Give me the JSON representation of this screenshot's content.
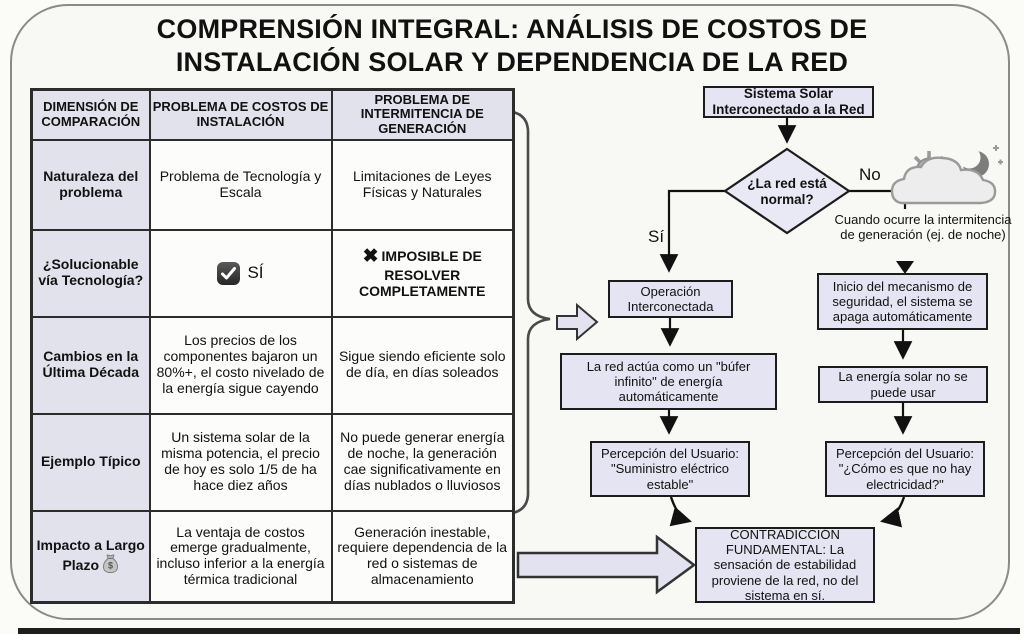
{
  "title": "COMPRENSIÓN INTEGRAL: ANÁLISIS DE COSTOS DE INSTALACIÓN SOLAR Y DEPENDENCIA DE LA RED",
  "table": {
    "headers": [
      "DIMENSIÓN DE COMPARACIÓN",
      "PROBLEMA DE COSTOS DE INSTALACIÓN",
      "PROBLEMA DE INTERMITENCIA DE GENERACIÓN"
    ],
    "rows": [
      {
        "dimension": "Naturaleza del problema",
        "costos": "Problema de Tecnología y Escala",
        "intermitencia": "Limitaciones de Leyes Físicas y Naturales"
      },
      {
        "dimension": "¿Solucionable vía Tecnología?",
        "costos": "SÍ",
        "intermitencia": "IMPOSIBLE DE RESOLVER COMPLETAMENTE"
      },
      {
        "dimension": "Cambios en la Última Década",
        "costos": "Los precios de los componentes bajaron un 80%+, el costo nivelado de la energía sigue cayendo",
        "intermitencia": "Sigue siendo eficiente solo de día, en días soleados"
      },
      {
        "dimension": "Ejemplo Típico",
        "costos": "Un sistema solar de la misma potencia, el precio de hoy es solo 1/5 de ha hace diez años",
        "intermitencia": "No puede generar energía de noche, la generación cae significativamente en días nublados o lluviosos"
      },
      {
        "dimension": "Impacto a Largo Plazo",
        "costos": "La ventaja de costos emerge gradualmente, incluso inferior a la energía térmica tradicional",
        "intermitencia": "Generación inestable, requiere dependencia de la red o sistemas de almacenamiento"
      }
    ]
  },
  "flowchart": {
    "start": "Sistema Solar Interconectado a la Red",
    "decision": "¿La red está normal?",
    "yes_label": "Sí",
    "no_label": "No",
    "no_note": "Cuando ocurre la intermitencia de generación (ej. de noche)",
    "operacion": "Operación Interconectada",
    "buffer": "La red actúa como un \"búfer infinito\" de energía automáticamente",
    "percepcion_izq": "Percepción del Usuario: \"Suministro eléctrico estable\"",
    "inicio_seguridad": "Inicio del mecanismo de seguridad, el sistema se apaga automáticamente",
    "energia_no_usar": "La energía solar no se puede usar",
    "percepcion_der": "Percepción del Usuario: \"¿Cómo es que no hay electricidad?\"",
    "conclusion": "CONTRADICCIÓN FUNDAMENTAL: La sensación de estabilidad proviene de la red, no del sistema en sí."
  },
  "icons": {
    "check_icon": "checked-checkbox",
    "cross_icon": "✖",
    "money_bag_icon": "money-bag",
    "weather_icon": "sun-cloud-moon"
  },
  "colors": {
    "node_fill": "#e4e4f2",
    "table_accent_fill": "#e2e2ec",
    "cell_fill": "#fcfcfa",
    "line": "#111111",
    "outer_border": "#8a8a8a"
  }
}
